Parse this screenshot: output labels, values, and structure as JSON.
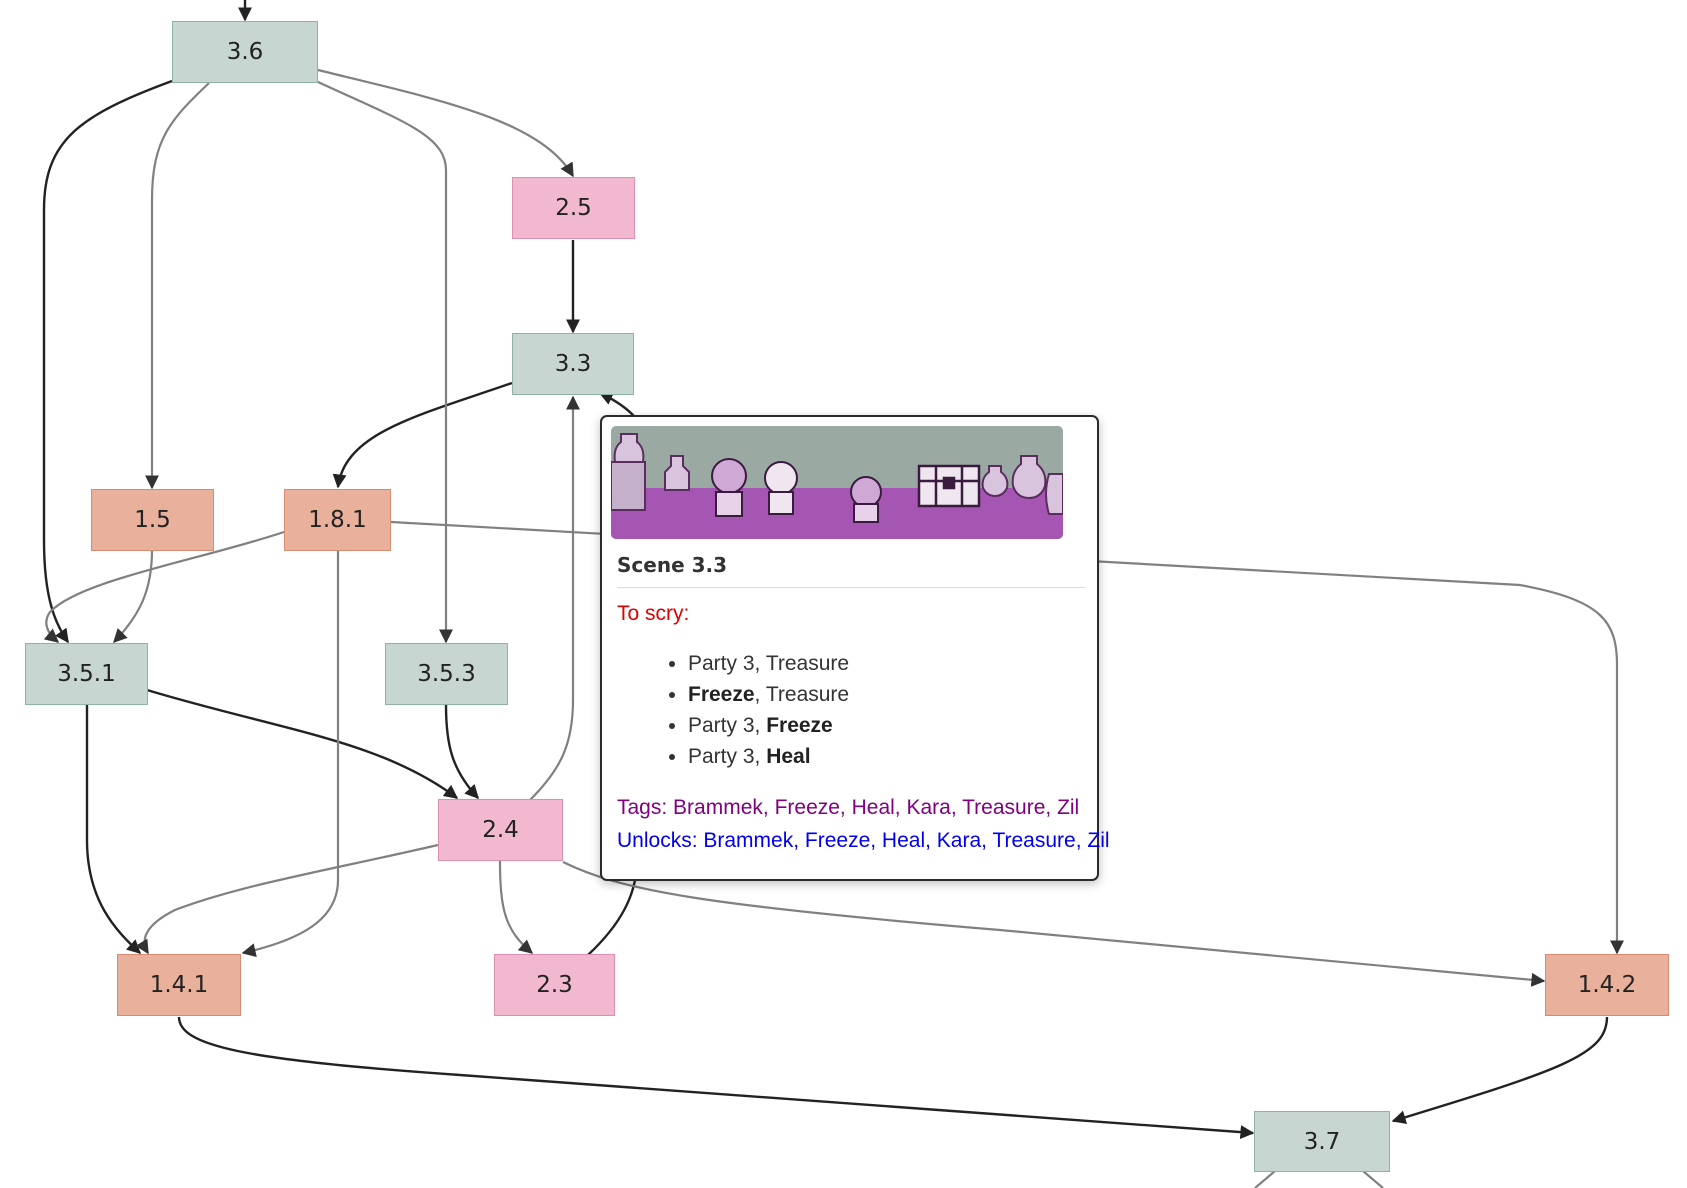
{
  "colors": {
    "act3_fill": "#c7d6d0",
    "act2_fill": "#f2b8d0",
    "act1_fill": "#e9b09b",
    "edge_dark": "#222222",
    "edge_gray": "#808080",
    "scry_red": "#e00000",
    "tags_purple": "#800080",
    "unlocks_blue": "#0000ee"
  },
  "nodes": {
    "n3_6": "3.6",
    "n2_5": "2.5",
    "n3_3": "3.3",
    "n1_5": "1.5",
    "n1_8_1": "1.8.1",
    "n3_5_1": "3.5.1",
    "n3_5_3": "3.5.3",
    "n2_4": "2.4",
    "n1_4_1": "1.4.1",
    "n2_3": "2.3",
    "n1_4_2": "1.4.2",
    "n3_7": "3.7"
  },
  "tooltip": {
    "image_icon": "pixel-art-scene-party-treasure",
    "title": "Scene 3.3",
    "scry_label": "To scry:",
    "requirements": [
      {
        "a": "Party 3",
        "a_bold": false,
        "sep": ", ",
        "b": "Treasure",
        "b_bold": false
      },
      {
        "a": "Freeze",
        "a_bold": true,
        "sep": ", ",
        "b": "Treasure",
        "b_bold": false
      },
      {
        "a": "Party 3",
        "a_bold": false,
        "sep": ", ",
        "b": "Freeze",
        "b_bold": true
      },
      {
        "a": "Party 3",
        "a_bold": false,
        "sep": ", ",
        "b": "Heal",
        "b_bold": true
      }
    ],
    "tags_label": "Tags: ",
    "tags": [
      "Brammek",
      "Freeze",
      "Heal",
      "Kara",
      "Treasure",
      "Zil"
    ],
    "unlocks_label": "Unlocks: ",
    "unlocks": [
      "Brammek",
      "Freeze",
      "Heal",
      "Kara",
      "Treasure",
      "Zil"
    ]
  }
}
